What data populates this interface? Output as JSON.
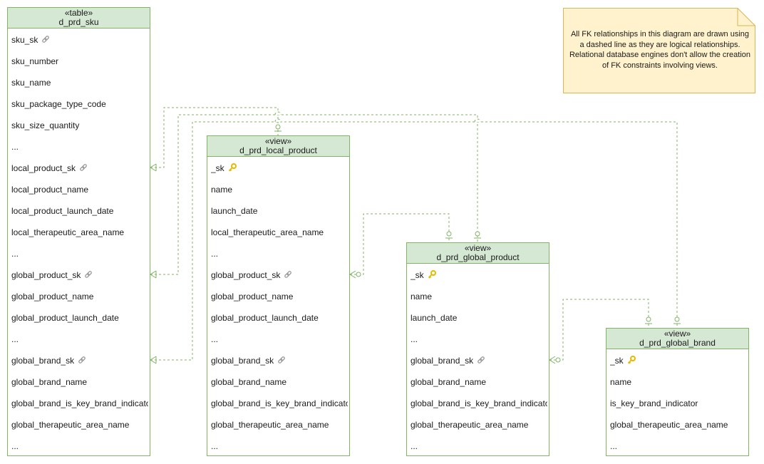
{
  "note": {
    "text": "All FK relationships in this diagram are drawn using a dashed line as they are logical relationships. Relational database engines don't allow the creation of FK constraints involving views."
  },
  "entities": {
    "sku": {
      "stereotype": "«table»",
      "name": "d_prd_sku",
      "rows": [
        {
          "label": "sku_sk",
          "icon": "link"
        },
        {
          "label": "sku_number",
          "icon": ""
        },
        {
          "label": "sku_name",
          "icon": ""
        },
        {
          "label": "sku_package_type_code",
          "icon": ""
        },
        {
          "label": "sku_size_quantity",
          "icon": ""
        },
        {
          "label": "...",
          "icon": ""
        },
        {
          "label": "local_product_sk",
          "icon": "link"
        },
        {
          "label": "local_product_name",
          "icon": ""
        },
        {
          "label": "local_product_launch_date",
          "icon": ""
        },
        {
          "label": "local_therapeutic_area_name",
          "icon": ""
        },
        {
          "label": "...",
          "icon": ""
        },
        {
          "label": "global_product_sk",
          "icon": "link"
        },
        {
          "label": "global_product_name",
          "icon": ""
        },
        {
          "label": "global_product_launch_date",
          "icon": ""
        },
        {
          "label": "...",
          "icon": ""
        },
        {
          "label": "global_brand_sk",
          "icon": "link"
        },
        {
          "label": "global_brand_name",
          "icon": ""
        },
        {
          "label": "global_brand_is_key_brand_indicator",
          "icon": ""
        },
        {
          "label": "global_therapeutic_area_name",
          "icon": ""
        },
        {
          "label": "...",
          "icon": ""
        }
      ]
    },
    "local_product": {
      "stereotype": "«view»",
      "name": "d_prd_local_product",
      "rows": [
        {
          "label": "_sk",
          "icon": "key"
        },
        {
          "label": "name",
          "icon": ""
        },
        {
          "label": "launch_date",
          "icon": ""
        },
        {
          "label": "local_therapeutic_area_name",
          "icon": ""
        },
        {
          "label": "...",
          "icon": ""
        },
        {
          "label": "global_product_sk",
          "icon": "link"
        },
        {
          "label": "global_product_name",
          "icon": ""
        },
        {
          "label": "global_product_launch_date",
          "icon": ""
        },
        {
          "label": "...",
          "icon": ""
        },
        {
          "label": "global_brand_sk",
          "icon": "link"
        },
        {
          "label": "global_brand_name",
          "icon": ""
        },
        {
          "label": "global_brand_is_key_brand_indicator",
          "icon": ""
        },
        {
          "label": "global_therapeutic_area_name",
          "icon": ""
        },
        {
          "label": "...",
          "icon": ""
        }
      ]
    },
    "global_product": {
      "stereotype": "«view»",
      "name": "d_prd_global_product",
      "rows": [
        {
          "label": "_sk",
          "icon": "key"
        },
        {
          "label": "name",
          "icon": ""
        },
        {
          "label": "launch_date",
          "icon": ""
        },
        {
          "label": "...",
          "icon": ""
        },
        {
          "label": "global_brand_sk",
          "icon": "link"
        },
        {
          "label": "global_brand_name",
          "icon": ""
        },
        {
          "label": "global_brand_is_key_brand_indicator",
          "icon": ""
        },
        {
          "label": "global_therapeutic_area_name",
          "icon": ""
        },
        {
          "label": "...",
          "icon": ""
        }
      ]
    },
    "global_brand": {
      "stereotype": "«view»",
      "name": "d_prd_global_brand",
      "rows": [
        {
          "label": "_sk",
          "icon": "key"
        },
        {
          "label": "name",
          "icon": ""
        },
        {
          "label": "is_key_brand_indicator",
          "icon": ""
        },
        {
          "label": "global_therapeutic_area_name",
          "icon": ""
        },
        {
          "label": "...",
          "icon": ""
        }
      ]
    }
  },
  "colors": {
    "header_fill": "#d5e8d4",
    "entity_stroke": "#82b366",
    "edge_stroke": "#82b366",
    "note_fill": "#fff2cc",
    "note_stroke": "#d6b656",
    "key_icon": "#e6b800",
    "link_icon": "#9a9a9a"
  }
}
